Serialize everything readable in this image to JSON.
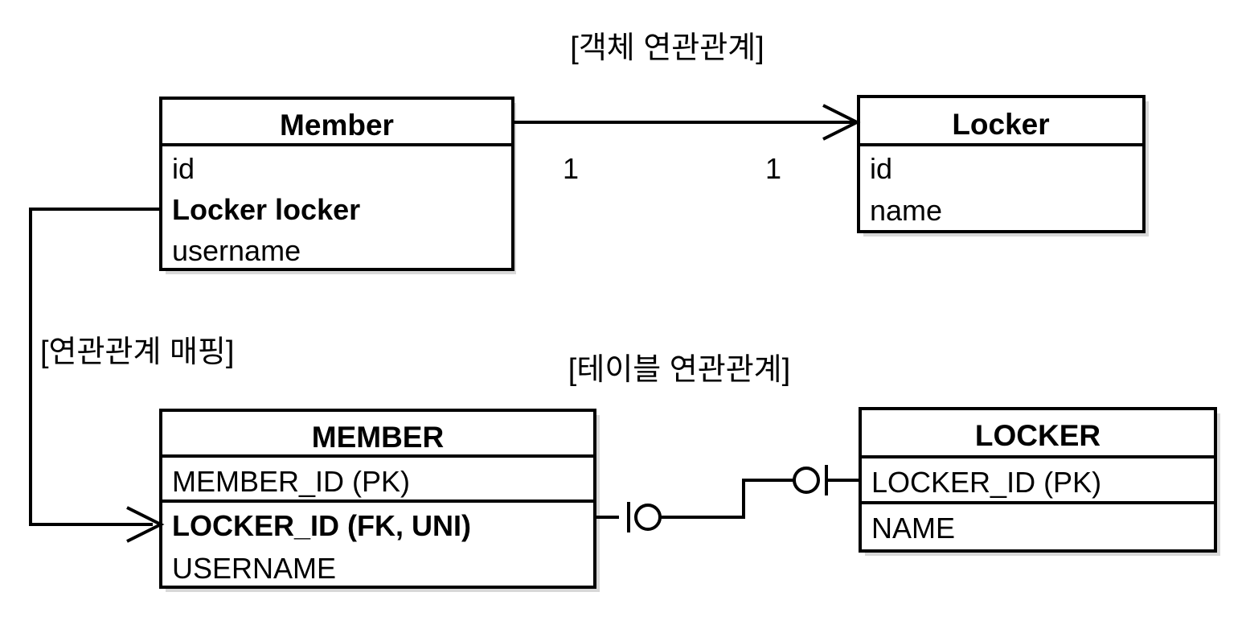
{
  "diagram": {
    "title_object_relation": "[객체 연관관계]",
    "title_mapping": "[연관관계 매핑]",
    "title_table_relation": "[테이블 연관관계]",
    "colors": {
      "stroke": "#000000",
      "fill": "#ffffff",
      "background": "#ffffff",
      "shadow": "#b8b8b8"
    }
  },
  "object_model": {
    "member_class": {
      "name": "Member",
      "fields": [
        {
          "label": "id",
          "bold": false
        },
        {
          "label": "Locker locker",
          "bold": true
        },
        {
          "label": "username",
          "bold": false
        }
      ]
    },
    "locker_class": {
      "name": "Locker",
      "fields": [
        {
          "label": "id",
          "bold": false
        },
        {
          "label": "name",
          "bold": false
        }
      ]
    },
    "association": {
      "source_multiplicity": "1",
      "target_multiplicity": "1",
      "direction": "member-to-locker",
      "arrow_style": "open-arrow"
    }
  },
  "table_model": {
    "member_table": {
      "name": "MEMBER",
      "compartments": [
        [
          {
            "label": "MEMBER_ID (PK)",
            "bold": false
          }
        ],
        [
          {
            "label": "LOCKER_ID (FK, UNI)",
            "bold": true
          },
          {
            "label": "USERNAME",
            "bold": false
          }
        ]
      ]
    },
    "locker_table": {
      "name": "LOCKER",
      "compartments": [
        [
          {
            "label": "LOCKER_ID (PK)",
            "bold": false
          }
        ],
        [
          {
            "label": "NAME",
            "bold": false
          }
        ]
      ]
    },
    "relationship": {
      "left_cardinality": "one-and-only-one",
      "right_cardinality": "zero-or-one",
      "notation": "crows-foot-ie",
      "line_style": "orthogonal-stepped"
    }
  },
  "mapping_arrow": {
    "from": "Member.locker",
    "to": "MEMBER.LOCKER_ID",
    "arrow_style": "open-arrow"
  }
}
